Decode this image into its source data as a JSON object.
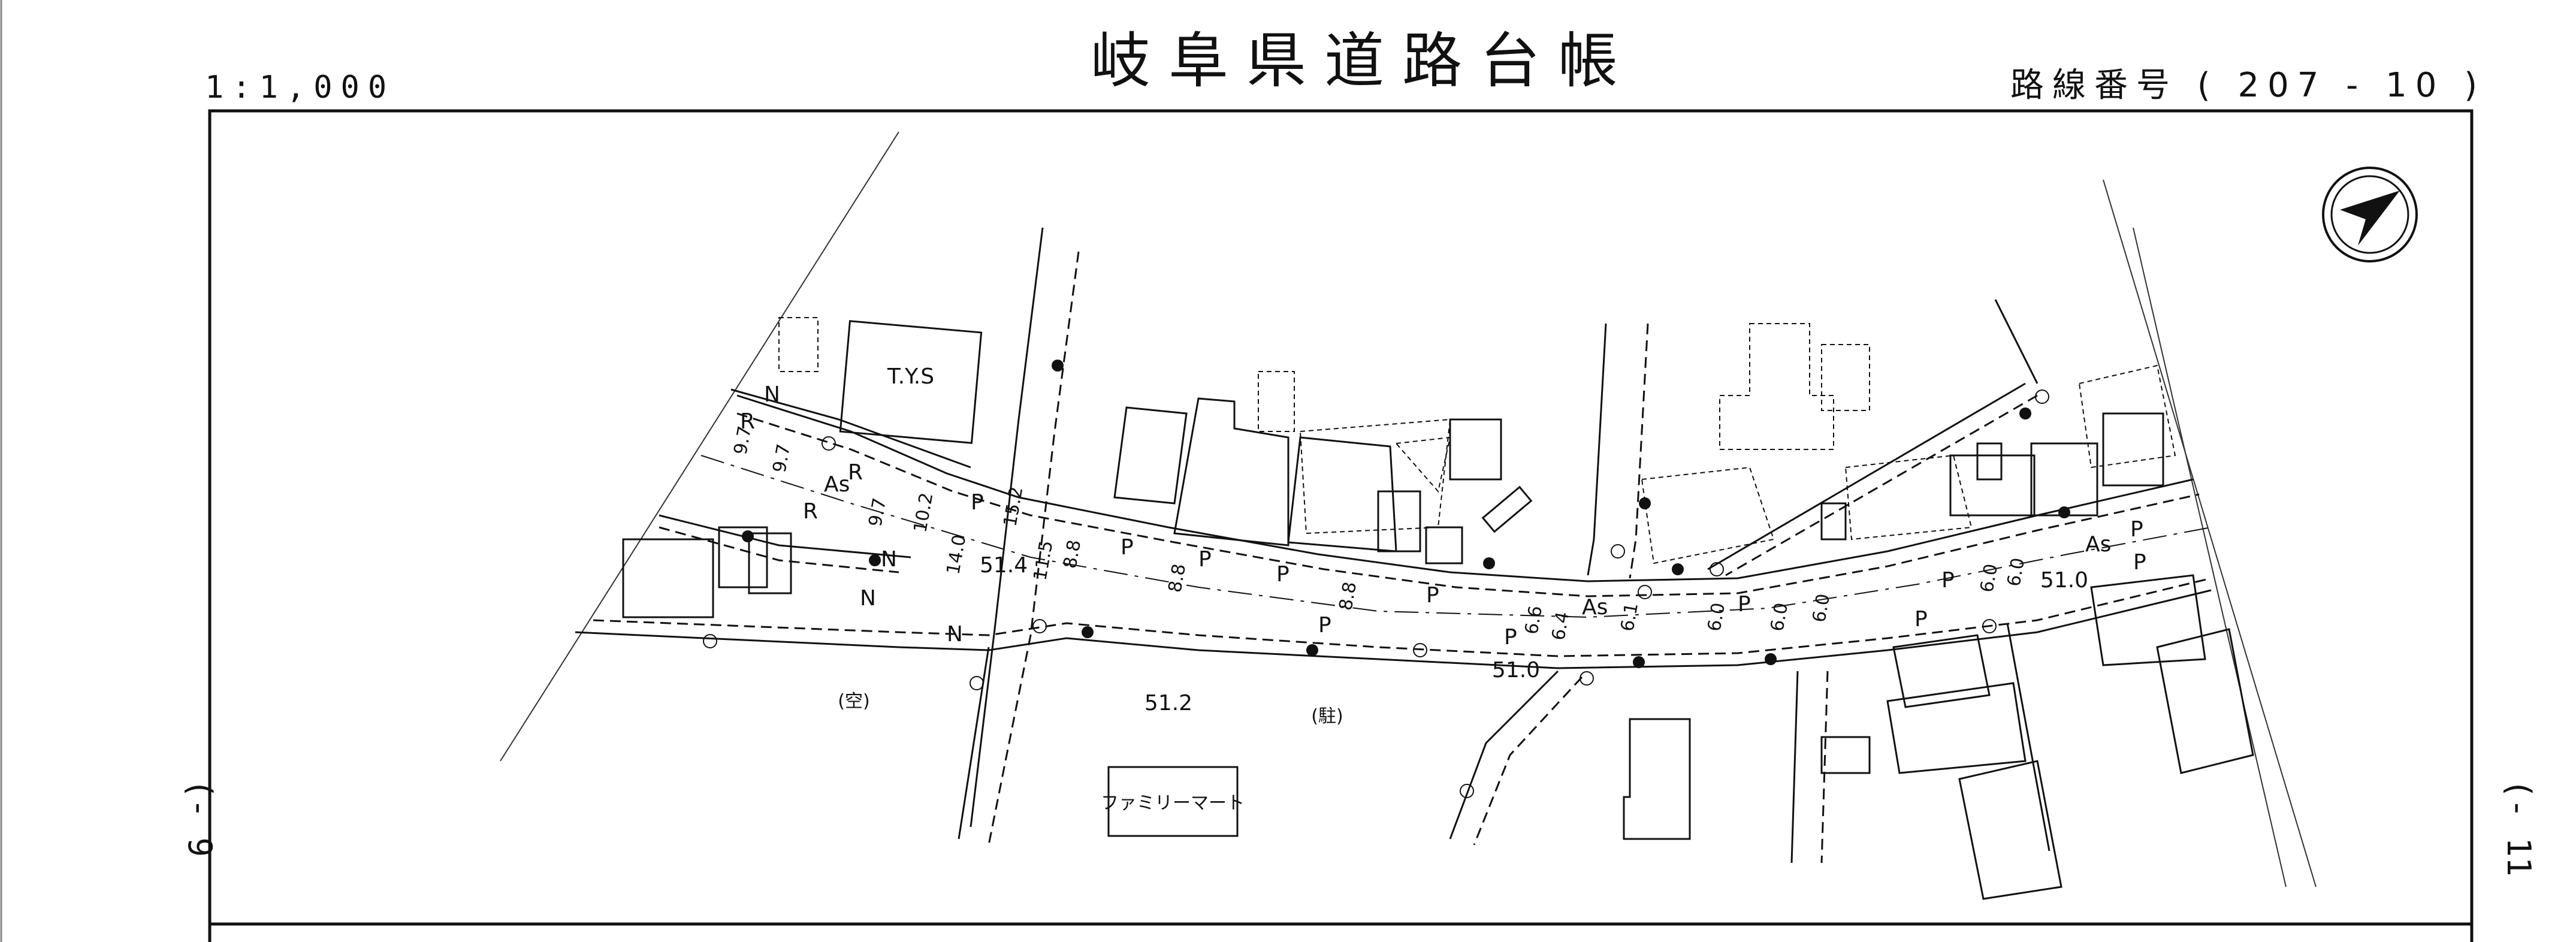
{
  "header": {
    "title": "岐阜県道路台帳",
    "scale": "1:1,000",
    "route_prefix": "路線番号",
    "route_number": "( 207 - 10 )"
  },
  "sheet_links": {
    "left": "(- 9",
    "right": "(- 11"
  },
  "map": {
    "buildings": {
      "tys": "T.Y.S",
      "familymart": "ファミリーマート"
    },
    "lot_labels": {
      "vacant": "(空)",
      "parking": "(駐)"
    },
    "elevations": [
      "51.4",
      "51.2",
      "51.0",
      "51.0"
    ],
    "road_widths": [
      "9.7",
      "9.7",
      "9.7",
      "10.2",
      "14.0",
      "15.2",
      "11.5",
      "8.8",
      "8.8",
      "8.8",
      "6.6",
      "6.4",
      "6.1",
      "6.0",
      "6.0",
      "6.0",
      "6.0",
      "6.0"
    ],
    "surface_codes": {
      "asphalt": "As",
      "parking": "P",
      "road": "R",
      "n": "N"
    },
    "north_arrow": "north-arrow"
  }
}
